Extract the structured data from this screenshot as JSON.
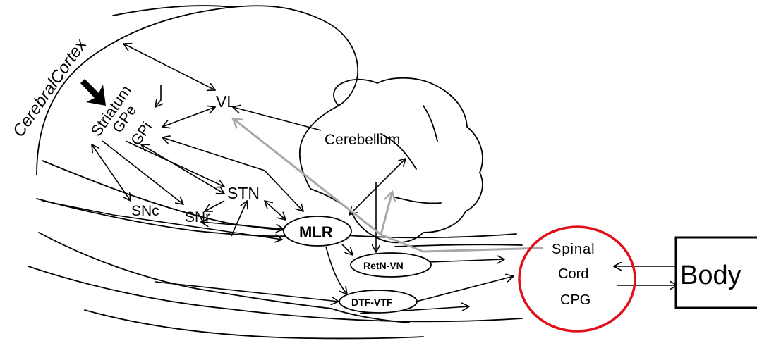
{
  "labels": {
    "cerebral_cortex": "CerebralCortex",
    "striatum": "Striatum",
    "gpe": "GPe",
    "gpi": "GPi",
    "vl": "VL",
    "cerebellum": "Cerebellum",
    "stn": "STN",
    "snc": "SNc",
    "snr": "SNr",
    "mlr": "MLR",
    "retn_vn": "RetN-VN",
    "dtf_vtf": "DTF-VTF",
    "spinal": "Spinal",
    "cord": "Cord",
    "cpg": "CPG",
    "body": "Body"
  },
  "colors": {
    "ink": "#000000",
    "gray_pathway": "#a8a8a8",
    "cpg_circle": "#e0101a"
  }
}
